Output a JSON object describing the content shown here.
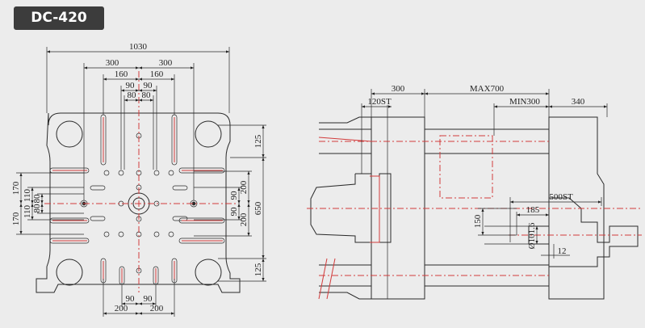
{
  "model": "DC-420",
  "front_view": {
    "dims": {
      "overall_width": "1030",
      "tiebar_half_left": "300",
      "tiebar_half_right": "300",
      "slot_160_left": "160",
      "slot_160_right": "160",
      "slot_90_left": "90",
      "slot_90_right": "90",
      "slot_80_left": "80",
      "slot_80_right": "80",
      "top_edge": "125",
      "bottom_edge": "125",
      "overall_height": "650",
      "right_200_top": "200",
      "right_200_bottom": "200",
      "right_90_top": "90",
      "right_90_bottom": "90",
      "left_170_top": "170",
      "left_170_bottom": "170",
      "left_110_top": "110",
      "left_110_bottom": "110",
      "left_80_top": "80",
      "left_80_bottom": "80",
      "bottom_90_left": "90",
      "bottom_90_right": "90",
      "bottom_200_left": "200",
      "bottom_200_right": "200"
    }
  },
  "side_view": {
    "dims": {
      "platen_300": "300",
      "stroke_120": "120ST",
      "max_700": "MAX700",
      "min_300": "MIN300",
      "rear_340": "340",
      "ejector_500": "500ST",
      "ejector_185": "185",
      "ejector_150": "150",
      "ejector_dia": "Ø101.6",
      "ejector_12": "12"
    }
  }
}
